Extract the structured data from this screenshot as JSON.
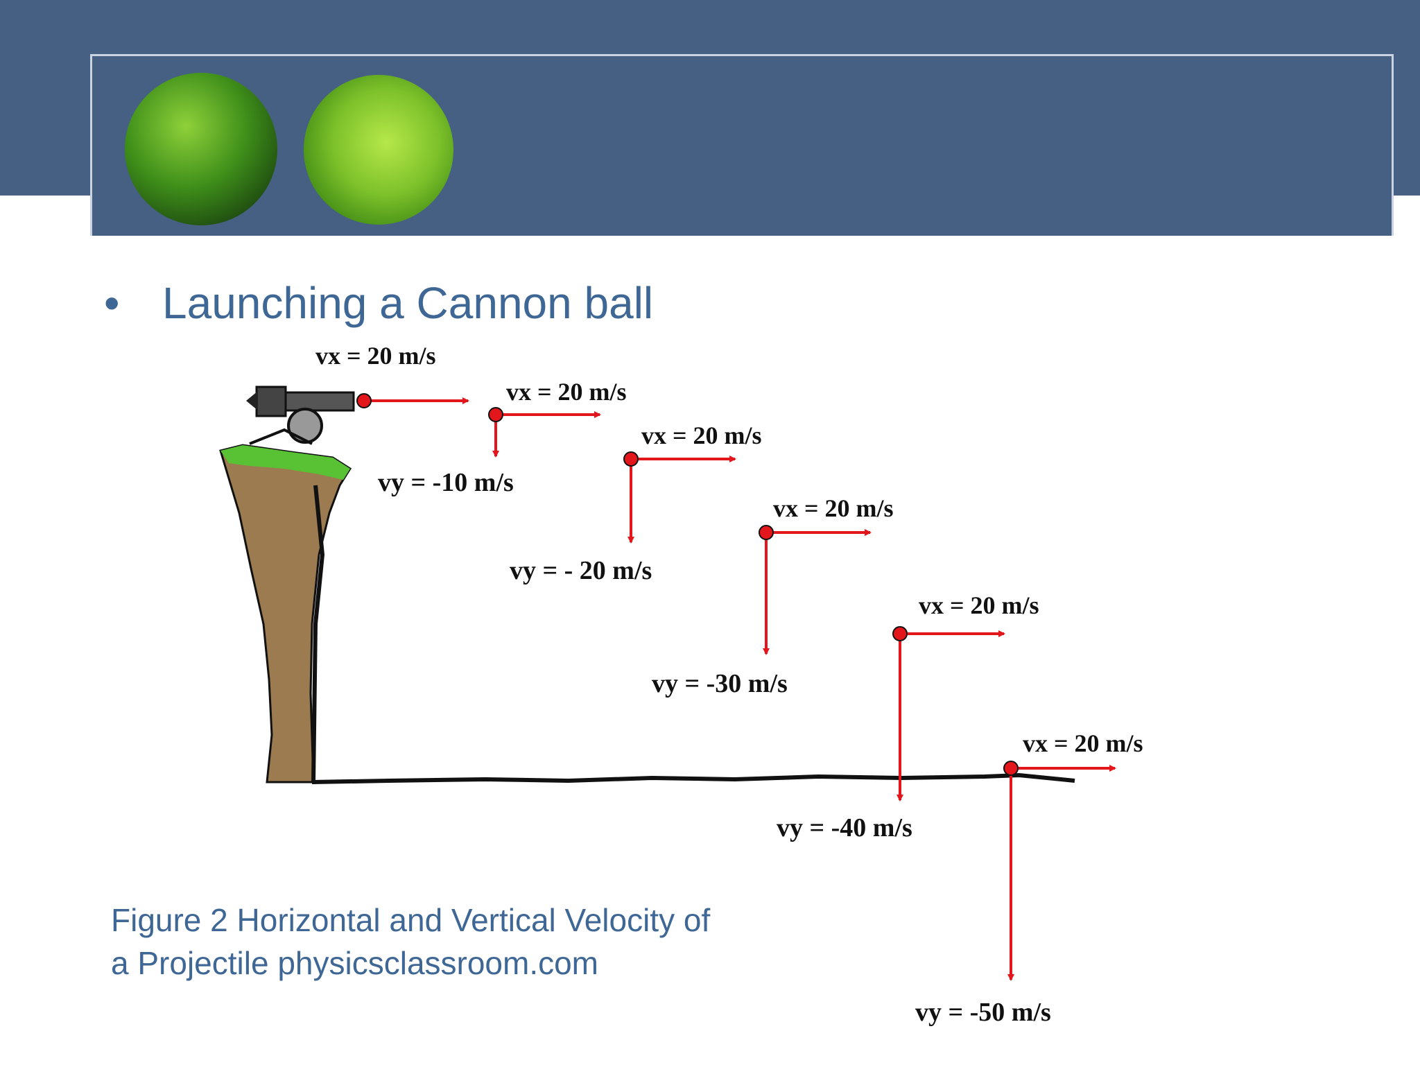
{
  "slide": {
    "bullet_symbol": "•",
    "bullet_text": "Launching a Cannon ball",
    "caption_line1": "Figure 2 Horizontal and Vertical Velocity of",
    "caption_line2": "a Projectile physicsclassroom.com"
  },
  "diagram": {
    "vx_labels": [
      "vx = 20 m/s",
      "vx = 20 m/s",
      "vx = 20 m/s",
      "vx = 20 m/s",
      "vx = 20 m/s",
      "vx = 20 m/s"
    ],
    "vy_labels": [
      "vy = -10 m/s",
      "vy = - 20 m/s",
      "vy = -30 m/s",
      "vy = -40 m/s",
      "vy = -50 m/s"
    ],
    "colors": {
      "arrow": "#e3161b",
      "cliff_brown": "#9b7b4f",
      "grass": "#59c234",
      "header": "#466084",
      "text_blue": "#3e6795"
    }
  }
}
